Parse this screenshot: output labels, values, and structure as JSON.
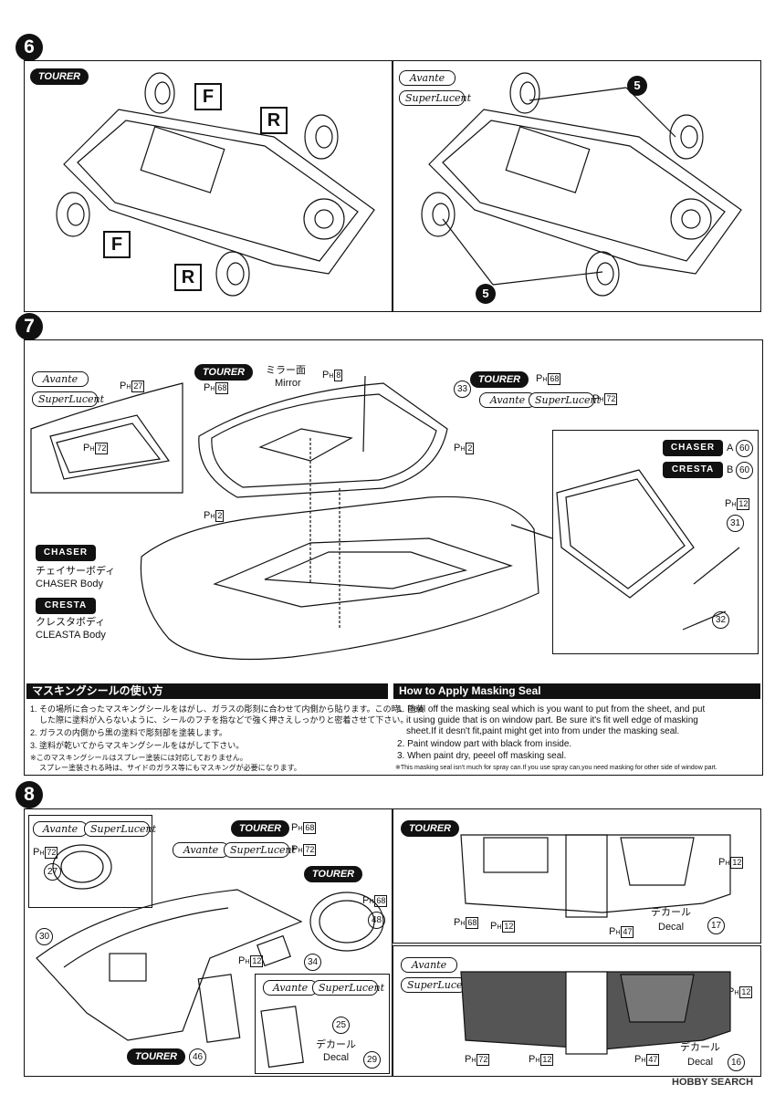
{
  "steps": {
    "s6": "6",
    "s7": "7",
    "s8": "8"
  },
  "badges": {
    "tourer": "TOURER",
    "avante": "Avante",
    "super_lucent": "SuperLucent",
    "chaser": "CHASER",
    "cresta": "CRESTA"
  },
  "step6": {
    "front": "F",
    "rear": "R",
    "part5": "5"
  },
  "ph_prefix": "P",
  "ph_sub": "H",
  "step7": {
    "mirror_jp": "ミラー面",
    "mirror_en": "Mirror",
    "ph27": "27",
    "ph72": "72",
    "ph68": "68",
    "ph8": "8",
    "ph2": "2",
    "ph12": "12",
    "p33": "33",
    "p31": "31",
    "p32": "32",
    "chaser_a": "A",
    "cresta_b": "B",
    "p60": "60",
    "chaser_body_jp": "チェイサーボディ",
    "chaser_body_en": "CHASER Body",
    "cresta_body_jp": "クレスタボディ",
    "cresta_body_en": "CLEASTA Body"
  },
  "masking_jp": {
    "title": "マスキングシールの使い方",
    "l1": "1. その場所に合ったマスキングシールをはがし、ガラスの彫刻に合わせて内側から貼ります。この時、塗装",
    "l1b": "した際に塗料が入らないように、シールのフチを指などで強く押さえしっかりと密着させて下さい。",
    "l2": "2. ガラスの内側から黒の塗料で彫刻部を塗装します。",
    "l3": "3. 塗料が乾いてからマスキングシールをはがして下さい。",
    "n1": "※このマスキングシールはスプレー塗装には対応しておりません。",
    "n2": "スプレー塗装される時は、サイドのガラス等にもマスキングが必要になります。"
  },
  "masking_en": {
    "title": "How to Apply Masking Seal",
    "l1": "1. Peel off the masking seal which is you want to put from the sheet, and put",
    "l1b": "it using guide that is on window part. Be sure it's fit well edge of masking",
    "l1c": "sheet.If it desn't fit,paint might get into from under the masking seal.",
    "l2": "2. Paint window part with black from inside.",
    "l3": "3. When paint dry, peeel off masking seal.",
    "note": "※This masking seal isn't much for spray can.If you use spray can,you need masking for other side of window part."
  },
  "step8": {
    "ph72": "72",
    "ph68": "68",
    "ph12": "12",
    "ph47": "47",
    "p27": "27",
    "p30": "30",
    "p34": "34",
    "p48": "48",
    "p46": "46",
    "p25": "25",
    "p29": "29",
    "p17": "17",
    "p16": "16",
    "decal_jp": "デカール",
    "decal_en": "Decal"
  },
  "watermark": "HOBBY SEARCH",
  "colors": {
    "ink": "#111111",
    "paper": "#ffffff"
  }
}
